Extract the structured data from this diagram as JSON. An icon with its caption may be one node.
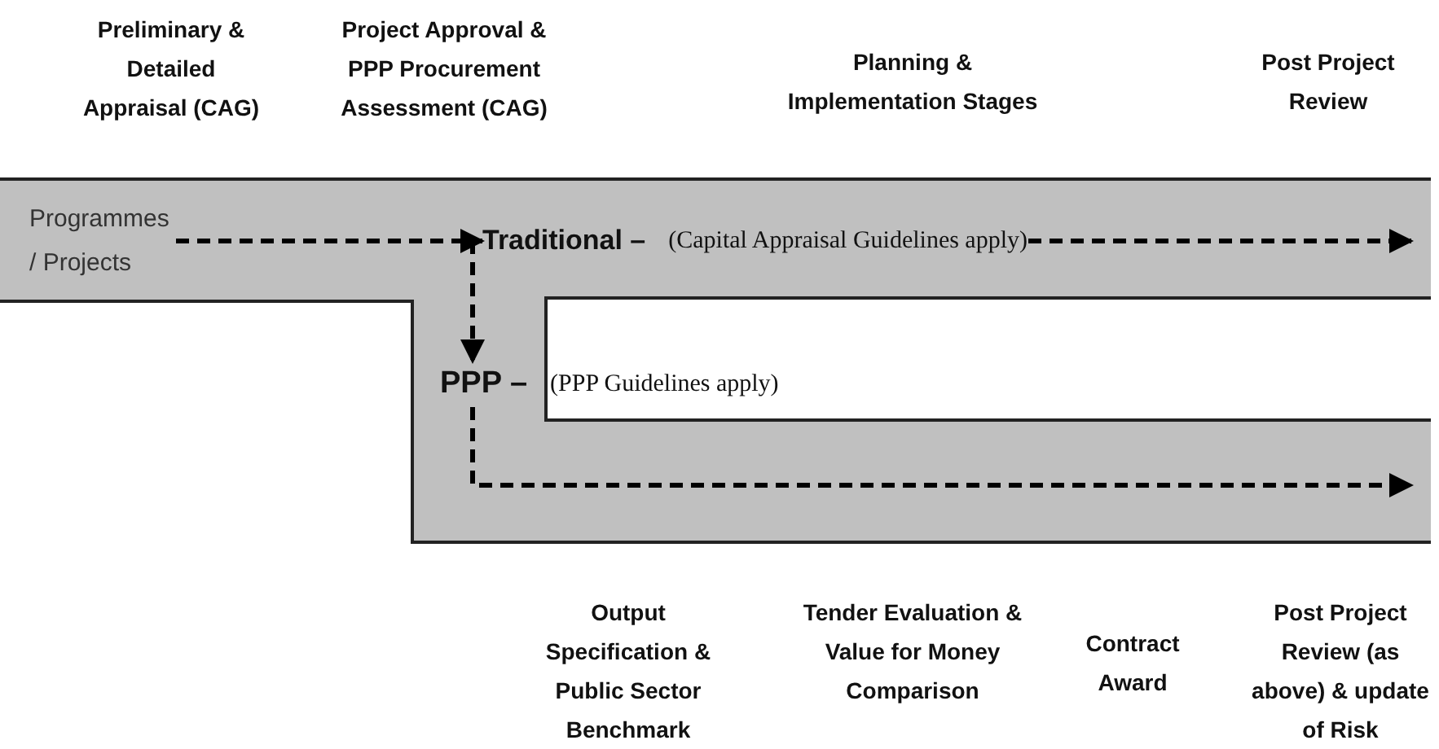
{
  "diagram": {
    "nodes": [
      {
        "text": [
          "Programmes / Projects"
        ]
      },
      {
        "text": [
          "Traditional –",
          "(Capital Appraisal Guidelines apply)"
        ]
      },
      {
        "text": [
          "PPP –",
          "(PPP Guidelines apply)"
        ]
      }
    ],
    "edges": [
      {
        "from": 0,
        "to": 1,
        "arrow": "to",
        "style": "dashed"
      },
      {
        "from": 1,
        "to": null,
        "arrow": "to",
        "style": "dashed"
      },
      {
        "from": 0,
        "to": 2,
        "arrow": "to",
        "style": "dashed"
      },
      {
        "from": 2,
        "to": null,
        "arrow": "to",
        "style": "dashed"
      }
    ],
    "labels": [
      "Preliminary & Detailed Appraisal (CAG)",
      "Project Approval & PPP Procurement Assessment (CAG)",
      "Planning & Implementation Stages",
      "Post Project Review",
      "Output Specification & Public Sector Benchmark",
      "Tender Evaluation & Value for Money Comparison",
      "Contract Award",
      "Post Project Review (as above) & update of Risk"
    ]
  }
}
